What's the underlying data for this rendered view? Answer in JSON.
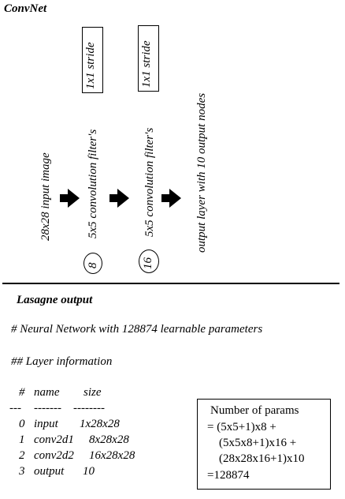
{
  "diagram": {
    "title": "ConvNet",
    "labels": {
      "input": "28x28 input image",
      "conv1": "5x5 convolution filter's",
      "conv2": "5x5 convolution filter's",
      "output": "output layer with 10 output nodes"
    },
    "strides": {
      "conv1": "1x1 stride",
      "conv2": "1x1 stride"
    },
    "filter_counts": {
      "conv1": "8",
      "conv2": "16"
    }
  },
  "lasagne": {
    "title": "Lasagne output",
    "network_line": "# Neural Network with 128874 learnable parameters",
    "layer_info_heading": "## Layer information",
    "table": {
      "header": [
        "#",
        "name",
        "size"
      ],
      "separator": [
        "---",
        "-------",
        "--------"
      ],
      "rows": [
        [
          "0",
          "input",
          "1x28x28"
        ],
        [
          "1",
          "conv2d1",
          "8x28x28"
        ],
        [
          "2",
          "conv2d2",
          "16x28x28"
        ],
        [
          "3",
          "output",
          "10"
        ]
      ]
    }
  },
  "params_box": {
    "title": "Number of params",
    "line1": "= (5x5+1)x8 +",
    "line2": "(5x5x8+1)x16 +",
    "line3": "(28x28x16+1)x10",
    "line4": "=128874"
  }
}
